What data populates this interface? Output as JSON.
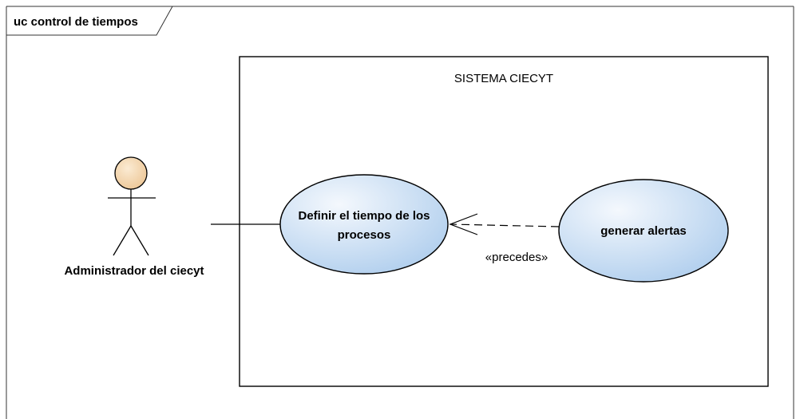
{
  "frame": {
    "label": "uc control de tiempos"
  },
  "system_boundary": {
    "label": "SISTEMA CIECYT"
  },
  "actor": {
    "label": "Administrador del ciecyt",
    "head_color": "#F5D9B0"
  },
  "use_cases": [
    {
      "line1": "Definir el tiempo de los",
      "line2": "procesos"
    },
    {
      "line1": "generar alertas"
    }
  ],
  "relationship": {
    "label": "«precedes»"
  },
  "colors": {
    "usecase_fill_light": "#E8F1FA",
    "usecase_fill_dark": "#A8C9EA",
    "actor_head": "#F5D9B0"
  }
}
